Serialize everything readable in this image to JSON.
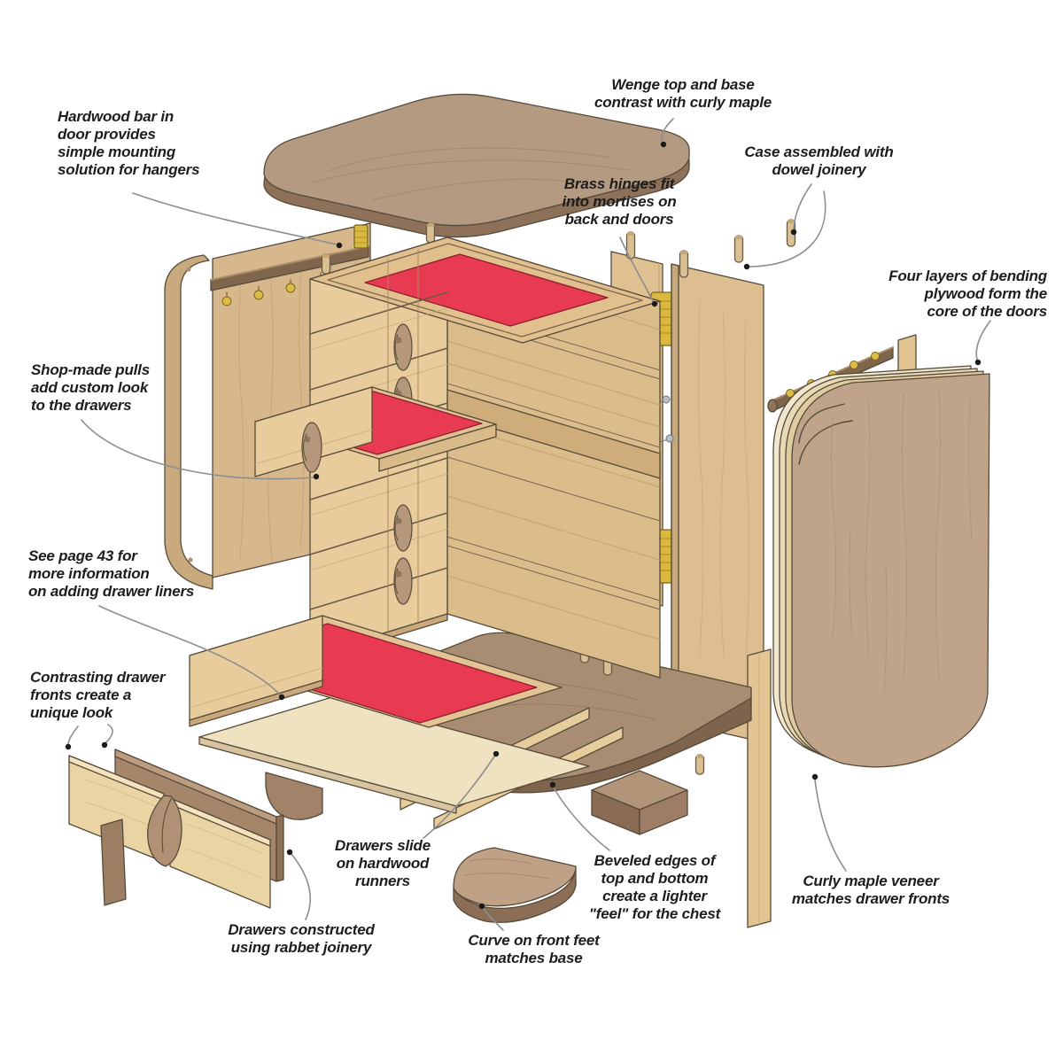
{
  "figure": {
    "type": "exploded-view woodworking illustration",
    "subject": "jewelry chest with curved doors, drawers and red liners"
  },
  "annotations": {
    "hardwood_bar": "Hardwood bar in\ndoor provides\nsimple mounting\nsolution for hangers",
    "wenge_top": "Wenge top and base\ncontrast with curly maple",
    "case_dowels": "Case assembled with\ndowel joinery",
    "brass_hinges": "Brass hinges fit\ninto mortises on\nback and doors",
    "four_layers": "Four layers of bending\nplywood form the\ncore of the doors",
    "shop_made_pulls": "Shop-made pulls\nadd custom look\nto the drawers",
    "drawer_liners": "See page 43 for\nmore information\non adding drawer liners",
    "contrasting_fronts": "Contrasting drawer\nfronts create a\nunique look",
    "drawers_slide": "Drawers slide\non hardwood\nrunners",
    "rabbet_joinery": "Drawers constructed\nusing rabbet joinery",
    "front_feet": "Curve on front feet\nmatches base",
    "beveled_edges": "Beveled edges of\ntop and bottom\ncreate a lighter\n\"feel\" for the chest",
    "curly_maple": "Curly maple veneer\nmatches drawer fronts"
  },
  "palette": {
    "background": "#ffffff",
    "maple_light": "#e9cc9b",
    "maple_mid": "#dbbc8b",
    "wenge_top": "#b49a80",
    "wenge_edge": "#8d7158",
    "base_wood": "#a88d73",
    "door_veneer": "#c0a48a",
    "bending_plywood": "#f2e8d0",
    "drawer_liner_red": "#e83b52",
    "brass": "#d9b840",
    "hanger_bar_brown": "#7f654c",
    "outline": "#564a3a",
    "leader_line": "#8e8e8e",
    "label_text": "#1d1d1d"
  }
}
